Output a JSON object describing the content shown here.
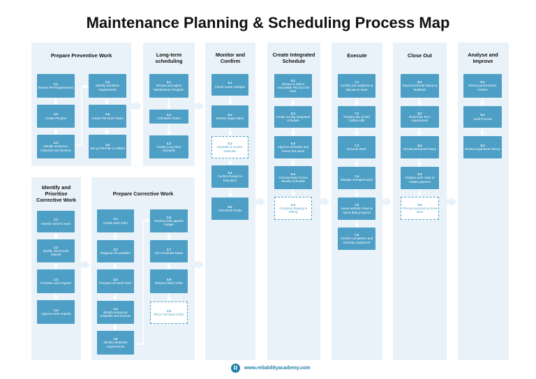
{
  "title": "Maintenance Planning & Scheduling Process Map",
  "footer": {
    "url": "www.reliabilityacademy.com",
    "logo_letter": "R"
  },
  "colors": {
    "box": "#4d9fc5",
    "panel": "#e8f2f8",
    "arrow": "#ffffff",
    "footer": "#1f7fa8"
  },
  "panels": {
    "prepare_pm": "Prepare Preventive Work",
    "long_term": "Long-term scheduling",
    "monitor": "Monitor and Confirm",
    "integrated": "Create Integrated Schedule",
    "execute": "Execute",
    "close_out": "Close Out",
    "analyse": "Analyse and Improve",
    "identify_cm": "Identify and Prioritise Corrective Work",
    "prepare_cm": "Prepare Corrective Work"
  },
  "steps": {
    "s3_1": {
      "num": "3.1",
      "text": "Review PM Requirements"
    },
    "s3_2": {
      "num": "3.2",
      "text": "Create PM plan"
    },
    "s3_3": {
      "num": "3.3",
      "text": "Identify resources, materials and services"
    },
    "s3_4": {
      "num": "3.4",
      "text": "Identify shutdown requirements"
    },
    "s3_5": {
      "num": "3.5",
      "text": "Create PM Work Packs"
    },
    "s3_6": {
      "num": "3.6",
      "text": "Set up PM Plan in CMMS"
    },
    "s4_1": {
      "num": "4.1",
      "text": "Review and adjust Maintenance Program"
    },
    "s4_2": {
      "num": "4.2",
      "text": "Call Work Orders"
    },
    "s4_3": {
      "num": "4.3",
      "text": "Create Long Term Schedule"
    },
    "s5_1": {
      "num": "5.1",
      "text": "Check scope changes"
    },
    "s5_2": {
      "num": "5.2",
      "text": "Monitor target dates"
    },
    "s5_3": {
      "num": "5.3",
      "text": "Expedite & receive materials"
    },
    "s5_4": {
      "num": "5.4",
      "text": "Confirm Ready for Execution"
    },
    "s5_5": {
      "num": "5.5",
      "text": "Print Work Packs"
    },
    "s6_1": {
      "num": "6.1",
      "text": "Review & Select executable PM and CM work"
    },
    "s6_2": {
      "num": "6.2",
      "text": "Create 14-day integrated schedule"
    },
    "s6_3": {
      "num": "6.3",
      "text": "Approve Schedule and freeze first week"
    },
    "s6_4": {
      "num": "6.4",
      "text": "Communicate Frozen Weekly Schedule"
    },
    "s6_5": {
      "num": "6.5",
      "text": "Complete Staging & Kitting"
    },
    "s7_1": {
      "num": "7.1",
      "text": "Confirm job readiness & allocate to team"
    },
    "s7_2": {
      "num": "7.2",
      "text": "Prepare site & hold toolbox talk"
    },
    "s7_3": {
      "num": "7.3",
      "text": "Execute Work"
    },
    "s7_4": {
      "num": "7.4",
      "text": "Manage emergent work"
    },
    "s7_5": {
      "num": "7.5",
      "text": "Leave worksite clean & report daily progress"
    },
    "s7_6": {
      "num": "7.6",
      "text": "Confirm completion and reinstate equipment"
    },
    "s8_1": {
      "num": "8.1",
      "text": "Report technical history & feedback"
    },
    "s8_2": {
      "num": "8.2",
      "text": "Determine RCA requirement"
    },
    "s8_3": {
      "num": "8.3",
      "text": "Review technical history"
    },
    "s8_4": {
      "num": "8.4",
      "text": "Finalise work order & initiate payment"
    },
    "s8_5": {
      "num": "8.5",
      "text": "Process payment & close work"
    },
    "s9_1": {
      "num": "9.1",
      "text": "Review performance metrics"
    },
    "s9_2": {
      "num": "9.2",
      "text": "Audit Process"
    },
    "s9_3": {
      "num": "9.3",
      "text": "Review equipment history"
    },
    "s1_1": {
      "num": "1.1",
      "text": "Identify need for work"
    },
    "s1_2": {
      "num": "1.2",
      "text": "Quality check work request"
    },
    "s1_3": {
      "num": "1.3",
      "text": "Prioritise work request"
    },
    "s1_4": {
      "num": "1.4",
      "text": "Approve work request"
    },
    "s2_1": {
      "num": "2.1",
      "text": "Create work order"
    },
    "s2_2": {
      "num": "2.2",
      "text": "Diagnose the problem"
    },
    "s2_3": {
      "num": "2.3",
      "text": "Prepare CM Work Pack"
    },
    "s2_4": {
      "num": "2.4",
      "text": "Identify resources, materials and services"
    },
    "s2_5": {
      "num": "2.5",
      "text": "Identify shutdown requirements"
    },
    "s2_6": {
      "num": "2.6",
      "text": "Review costs against budget"
    },
    "s2_7": {
      "num": "2.7",
      "text": "Set Constraint Dates"
    },
    "s2_8": {
      "num": "2.8",
      "text": "Release Work Order"
    },
    "s2_9": {
      "num": "2.9",
      "text": "Place Purchase Order"
    }
  }
}
